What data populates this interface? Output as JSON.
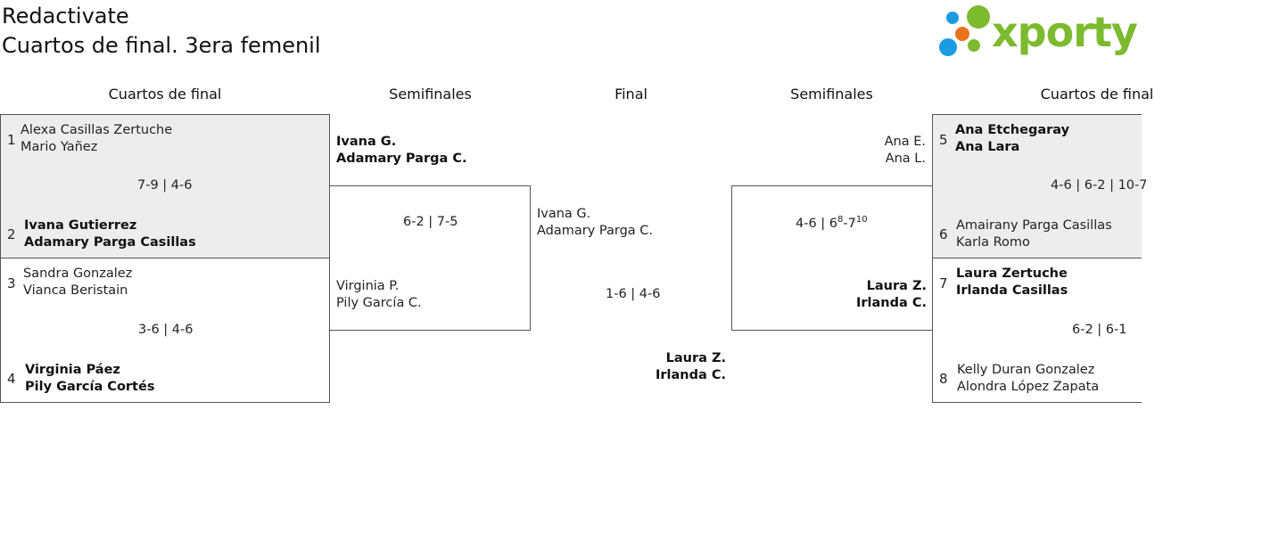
{
  "header": {
    "line1": "Redactivate",
    "line2": "Cuartos de final. 3era femenil",
    "logo_text": "xporty"
  },
  "columns": {
    "qf_left": "Cuartos de final",
    "sf_left": "Semifinales",
    "final": "Final",
    "sf_right": "Semifinales",
    "qf_right": "Cuartos de final"
  },
  "quarterfinals_left": {
    "match1": {
      "top": {
        "seed": "1",
        "p1": "Alexa Casillas Zertuche",
        "p2": "Mario Yañez"
      },
      "score": "7-9 | 4-6",
      "bottom": {
        "seed": "2",
        "p1": "Ivana Gutierrez",
        "p2": "Adamary Parga Casillas"
      }
    },
    "match2": {
      "top": {
        "seed": "3",
        "p1": "Sandra Gonzalez",
        "p2": "Vianca Beristain"
      },
      "score": "3-6 | 4-6",
      "bottom": {
        "seed": "4",
        "p1": "Virginia Páez",
        "p2": "Pily García Cortés"
      }
    }
  },
  "semifinal_left": {
    "top": {
      "p1": "Ivana G.",
      "p2": "Adamary Parga C."
    },
    "score": "6-2 | 7-5",
    "bottom": {
      "p1": "Virginia P.",
      "p2": "Pily García C."
    }
  },
  "final": {
    "top": {
      "p1": "Ivana G.",
      "p2": "Adamary Parga C."
    },
    "score": "1-6 | 4-6",
    "bottom": {
      "p1": "Laura Z.",
      "p2": "Irlanda C."
    }
  },
  "semifinal_right": {
    "top": {
      "p1": "Ana E.",
      "p2": "Ana L."
    },
    "score": {
      "s1": "4-6 | 6",
      "t1": "8",
      "mid": "-7",
      "t2": "10"
    },
    "bottom": {
      "p1": "Laura Z.",
      "p2": "Irlanda C."
    }
  },
  "quarterfinals_right": {
    "match1": {
      "top": {
        "seed": "5",
        "p1": "Ana Etchegaray",
        "p2": "Ana Lara"
      },
      "score": "4-6 | 6-2 | 10-7",
      "bottom": {
        "seed": "6",
        "p1": "Amairany Parga Casillas",
        "p2": "Karla Romo"
      }
    },
    "match2": {
      "top": {
        "seed": "7",
        "p1": "Laura Zertuche",
        "p2": "Irlanda Casillas"
      },
      "score": "6-2 | 6-1",
      "bottom": {
        "seed": "8",
        "p1": "Kelly Duran Gonzalez",
        "p2": "Alondra López Zapata"
      }
    }
  }
}
